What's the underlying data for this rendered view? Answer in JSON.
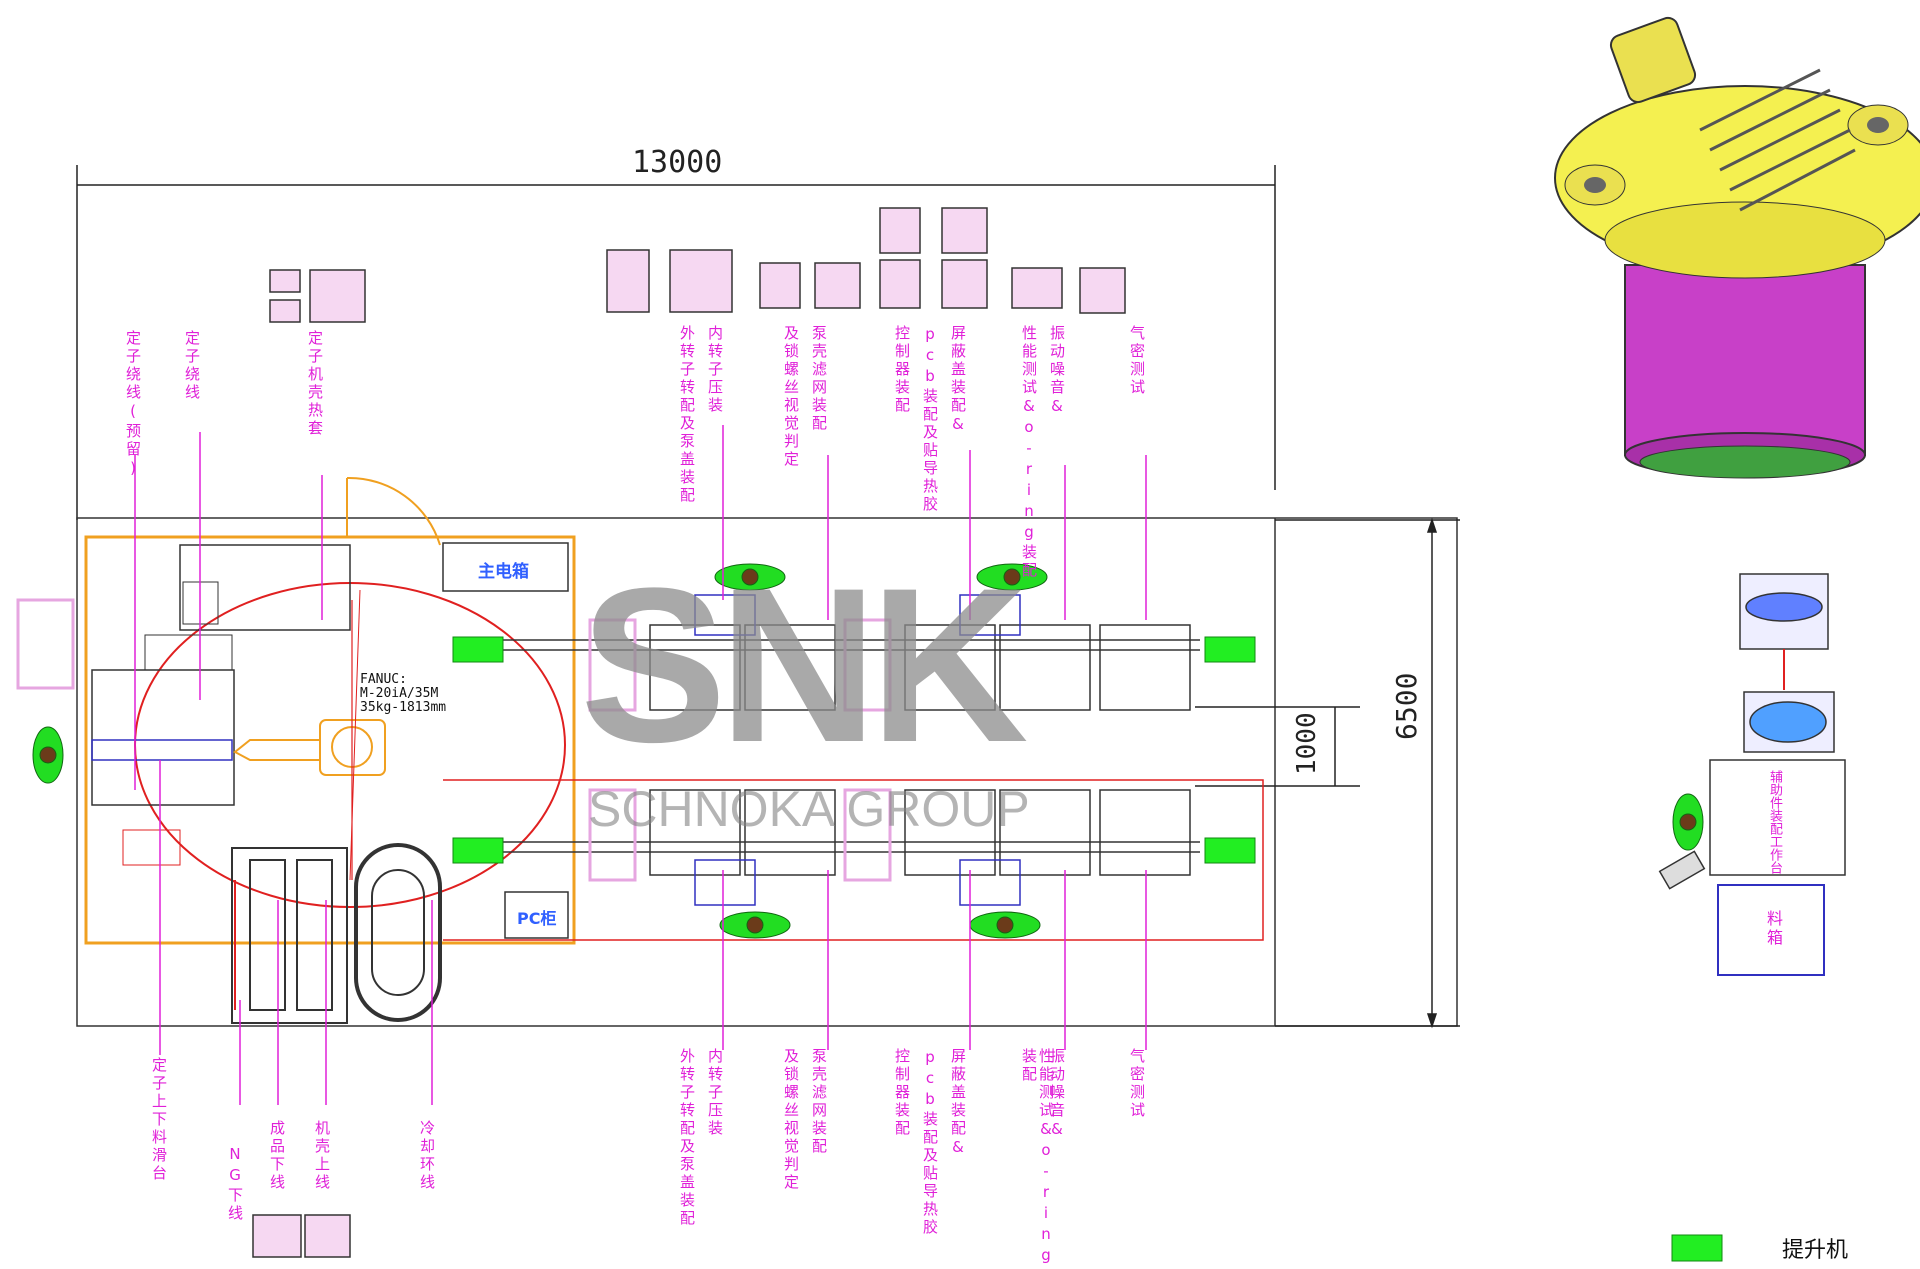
{
  "dimensions": {
    "width_total": "13000",
    "height_total": "6500",
    "line_gap": "1000"
  },
  "equipment": {
    "main_cabinet": "主电箱",
    "pc_cabinet": "PC柜",
    "robot_model": "FANUC:\nM-20iA/35M\n35kg-1813mm"
  },
  "watermark": {
    "logo": "SNK",
    "subtitle": "SCHNOKA GROUP"
  },
  "top_stations": [
    "外转子转配及泵盖装配",
    "内转子压装",
    "及锁螺丝视觉判定",
    "泵壳滤网装配",
    "控制器装配",
    "pcb装配及贴导热胶",
    "屏蔽盖装配&",
    "性能测试&o-ring装配",
    "振动噪音&",
    "气密测试"
  ],
  "bottom_stations": [
    "外转子转配及泵盖装配",
    "内转子压装",
    "及锁螺丝视觉判定",
    "泵壳滤网装配",
    "控制器装配",
    "pcb装配及贴导热胶",
    "屏蔽盖装配&",
    "性能测试&o-ring装配",
    "振动噪音&",
    "气密测试"
  ],
  "left_stations": {
    "stator_winding_reserved": "定子绕线(预留)",
    "stator_winding": "定子绕线",
    "stator_housing_heat": "定子机壳热套",
    "stator_load_table": "定子上下料滑台",
    "ng_output": "NG下线",
    "finished_output": "成品下线",
    "housing_input": "机壳上线",
    "cooling_loop": "冷却环线"
  },
  "side_area": {
    "workbench": "辅助件装配工作台",
    "material_box": "料箱"
  },
  "legend": {
    "lift_label": "提升机"
  },
  "colors": {
    "label_magenta": "#e020d8",
    "lift_green": "#22ee22",
    "robot_orange": "#f0a020",
    "boundary_red": "#e02020"
  }
}
